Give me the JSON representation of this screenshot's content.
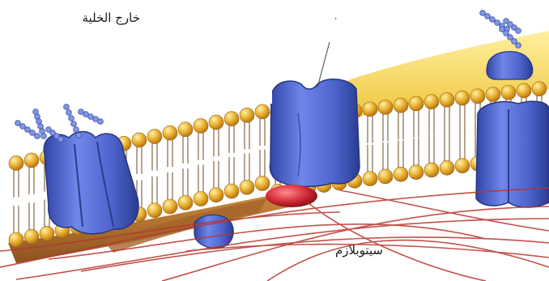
{
  "labels": {
    "outside_cell": "خارج الخلية",
    "cytoplasm": "سيتوبلازم"
  },
  "blank_label_boxes": 2,
  "colors": {
    "head": "#e8a62a",
    "head_highlight": "#f9d970",
    "tail": "#d9a878",
    "protein": "#5a72d8",
    "protein_dark": "#2d3f96",
    "glycocalyx_bead": "#7f92e0",
    "cytoskeleton": "#b8342c",
    "yellow_band": "#f4d84a",
    "brown_band": "#b6752f",
    "vesicle": "#c9242f"
  },
  "icons": [
    "glycoprotein-chain-icon",
    "receptor-protein-icon"
  ]
}
